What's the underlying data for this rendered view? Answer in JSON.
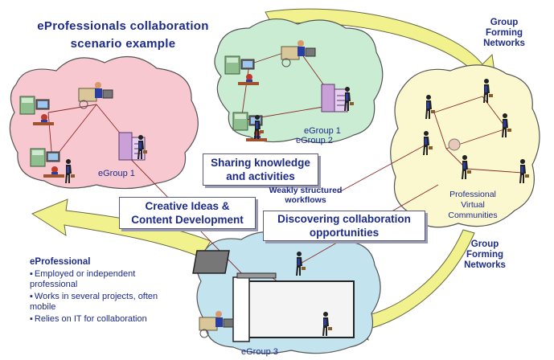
{
  "title": {
    "line1": "eProfessionals collaboration",
    "line2": "scenario example"
  },
  "group_forming_networks": {
    "top": [
      "Group",
      "Forming",
      "Networks"
    ],
    "bottom": [
      "Group",
      "Forming",
      "Networks"
    ]
  },
  "groups": {
    "pink": "eGroup 1",
    "green_a": "eGroup 1",
    "green_b": "eGroup 2",
    "blue": "eGroup 3"
  },
  "community": {
    "lines": [
      "Professional",
      "Virtual",
      "Communities"
    ]
  },
  "boxes": {
    "sharing": [
      "Sharing knowledge",
      "and activities"
    ],
    "creative": [
      "Creative Ideas &",
      "Content Development"
    ],
    "discovering": [
      "Discovering collaboration",
      "opportunities"
    ]
  },
  "weakly": [
    "Weakly structured",
    "workflows"
  ],
  "eprofessional": {
    "title": "eProfessional",
    "items": [
      "Employed or independent professional",
      "Works in several projects, often mobile",
      "Relies on IT for collaboration"
    ]
  },
  "colors": {
    "pink_cloud": "#f7c8cf",
    "green_cloud": "#c9ecd2",
    "yellow_cloud": "#fbf7cf",
    "blue_cloud": "#c3e3ef",
    "arrow_fill": "#f1f28e",
    "text_blue": "#1c2a8a"
  },
  "icons": [
    "workstation-icon",
    "person-at-desk-icon",
    "walking-person-icon",
    "server-icon"
  ]
}
